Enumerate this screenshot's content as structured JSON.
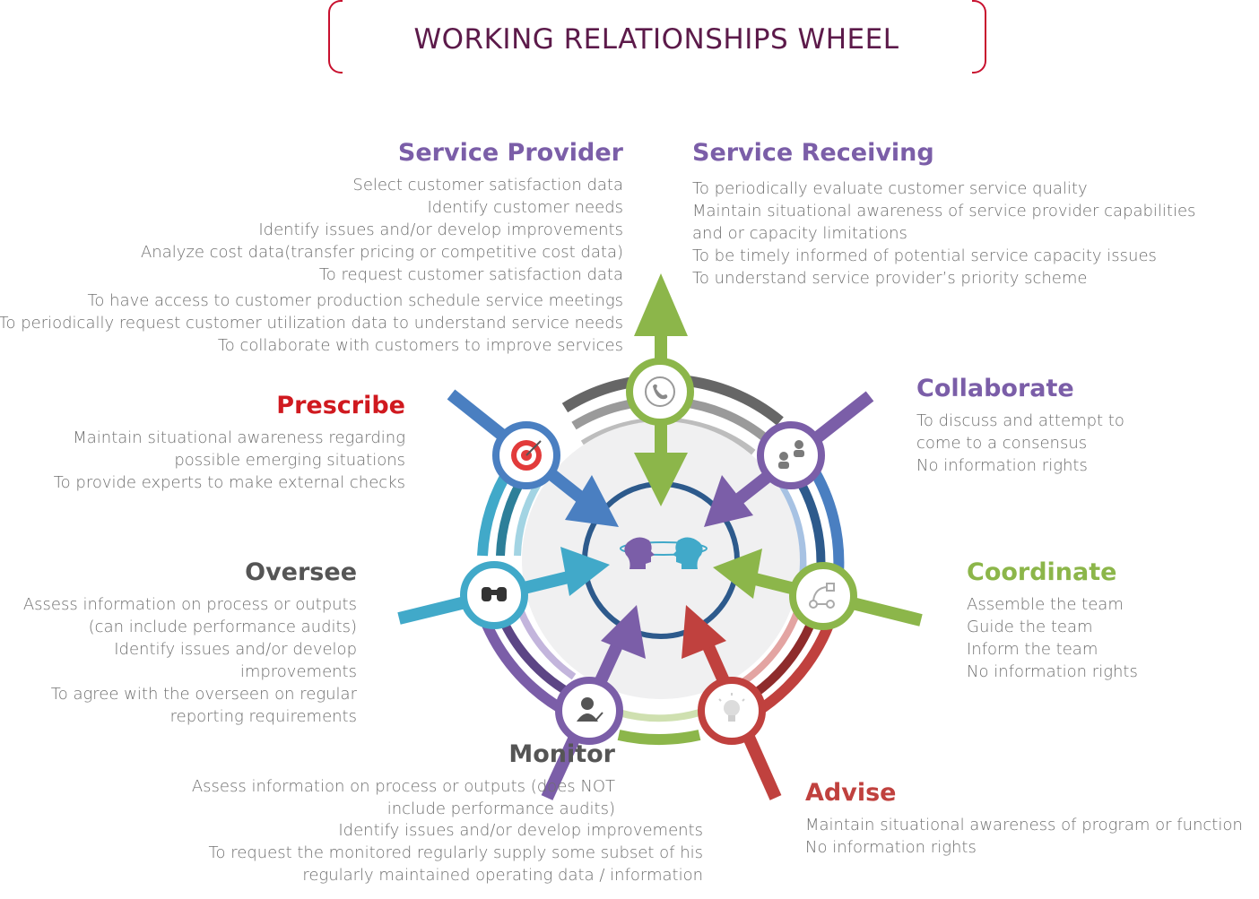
{
  "title": "WORKING RELATIONSHIPS WHEEL",
  "colors": {
    "title": "#5c1a4a",
    "bracket": "#c8102e",
    "purple": "#7b5ea8",
    "green": "#8cb64a",
    "red": "#c0413e",
    "blue": "#4a7fc1",
    "teal": "#41a9c9",
    "grey": "#6f6f6f"
  },
  "sections": {
    "service_provider": {
      "heading": "Service Provider",
      "lines": [
        "Select customer satisfaction data",
        "Identify customer needs",
        "Identify issues and/or develop improvements",
        "Analyze cost data(transfer pricing or competitive cost data)",
        "To request customer satisfaction data",
        "To have access to customer production schedule service meetings",
        "To periodically request customer utilization data to understand service needs",
        "To collaborate with customers to improve services"
      ]
    },
    "service_receiving": {
      "heading": "Service Receiving",
      "lines": [
        "To periodically evaluate customer service quality",
        "Maintain situational awareness of service provider capabilities",
        "and or capacity limitations",
        "To be timely informed of potential service capacity issues",
        "To understand service provider’s priority scheme"
      ]
    },
    "prescribe": {
      "heading": "Prescribe",
      "lines": [
        "Maintain situational awareness regarding",
        "possible emerging situations",
        "To provide experts to make external checks"
      ]
    },
    "collaborate": {
      "heading": "Collaborate",
      "lines": [
        "To discuss and attempt to",
        "come to a consensus",
        "No information rights"
      ]
    },
    "oversee": {
      "heading": "Oversee",
      "lines": [
        "Assess information on process or outputs",
        "(can include performance audits)",
        "Identify issues and/or develop",
        "improvements",
        "To agree with the overseen on regular",
        "reporting requirements"
      ]
    },
    "coordinate": {
      "heading": "Coordinate",
      "lines": [
        "Assemble the team",
        "Guide the team",
        "Inform the team",
        "No information rights"
      ]
    },
    "monitor": {
      "heading": "Monitor",
      "lines": [
        "Assess information on process or outputs (does NOT",
        "include performance audits)",
        "Identify issues and/or develop improvements",
        "To request the monitored regularly supply some subset of his",
        "regularly maintained operating data / information"
      ]
    },
    "advise": {
      "heading": "Advise",
      "lines": [
        "Maintain situational awareness of program or function",
        "No information rights"
      ]
    }
  },
  "icons": {
    "top": "phone-icon",
    "upper_right": "people-exchange-icon",
    "right": "workflow-icon",
    "lower_right": "lightbulb-icon",
    "lower_left": "person-check-icon",
    "left": "binoculars-icon",
    "upper_left": "target-icon",
    "center": "two-heads-icon"
  }
}
